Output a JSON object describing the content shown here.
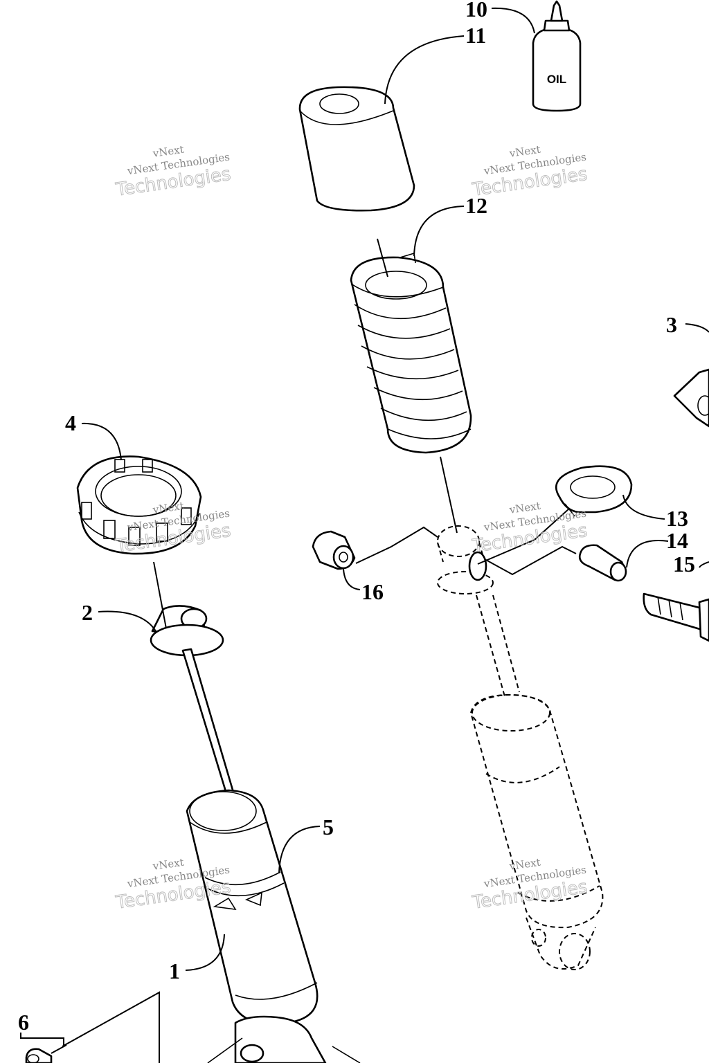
{
  "diagram": {
    "callouts": [
      "1",
      "2",
      "3",
      "4",
      "5",
      "6",
      "10",
      "11",
      "12",
      "13",
      "14",
      "15",
      "16"
    ],
    "bottle_label": "OIL",
    "watermarks": [
      {
        "line1": "vNext",
        "line2": "vNext Technologies",
        "line3": "Technologies"
      },
      {
        "line1": "vNext",
        "line2": "vNext Technologies",
        "line3": "Technologies"
      },
      {
        "line1": "vNext",
        "line2": "vNext Technologies",
        "line3": "Technologies"
      },
      {
        "line1": "vNext",
        "line2": "vNext Technologies",
        "line3": "Technologies"
      },
      {
        "line1": "vNext",
        "line2": "vNext Technologies",
        "line3": "Technologies"
      },
      {
        "line1": "vNext",
        "line2": "vNext Technologies",
        "line3": "Technologies"
      }
    ]
  }
}
